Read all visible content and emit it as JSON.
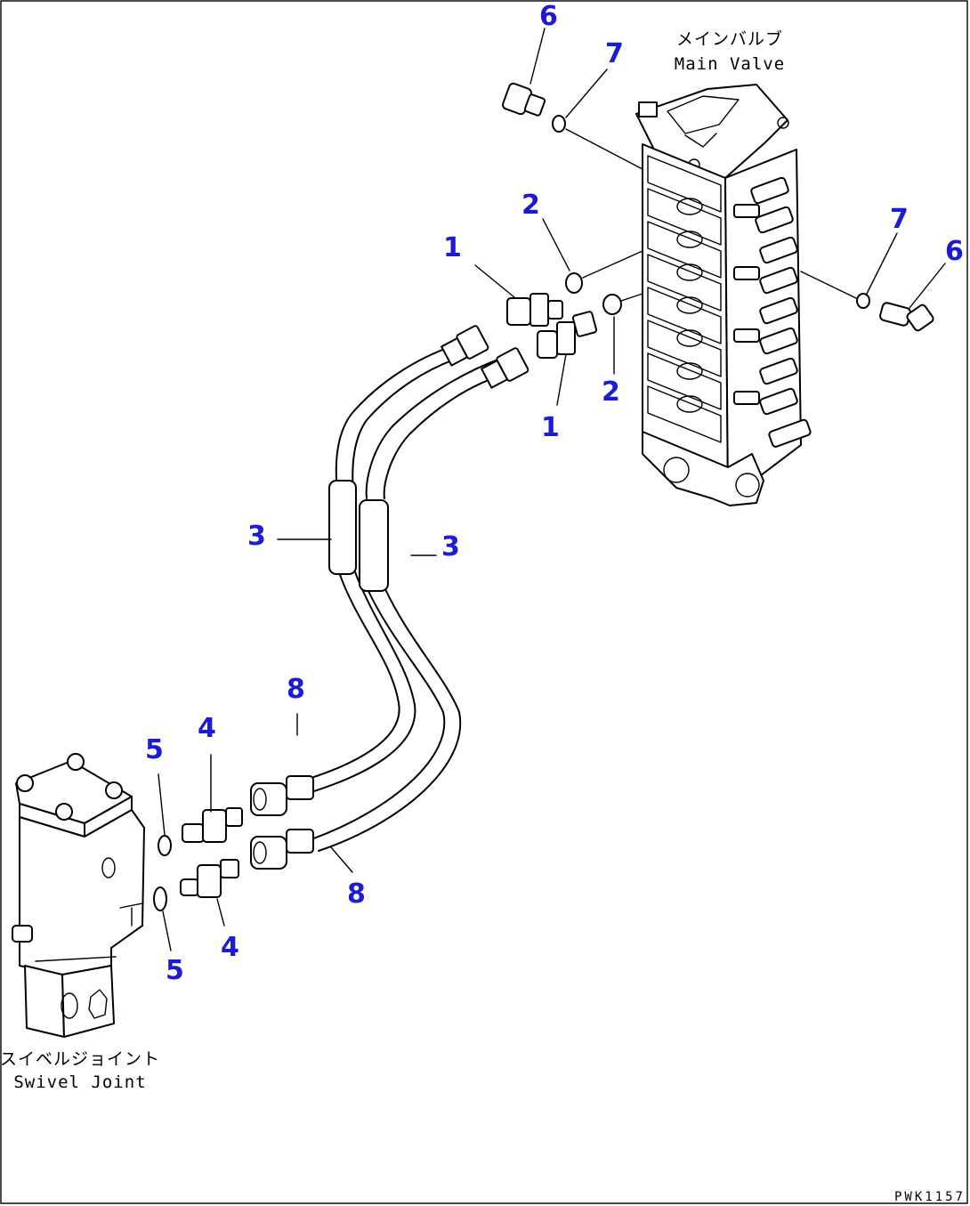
{
  "labels": {
    "main_valve_jp": "メインバルブ",
    "main_valve_en": "Main Valve",
    "swivel_joint_jp": "スイベルジョイント",
    "swivel_joint_en": "Swivel Joint"
  },
  "callouts": {
    "c1a": "1",
    "c1b": "1",
    "c2a": "2",
    "c2b": "2",
    "c3a": "3",
    "c3b": "3",
    "c4a": "4",
    "c4b": "4",
    "c5a": "5",
    "c5b": "5",
    "c6a": "6",
    "c6b": "6",
    "c7a": "7",
    "c7b": "7",
    "c8a": "8",
    "c8b": "8"
  },
  "drawing_code": "PWK1157",
  "colors": {
    "callout": "#1c1cd6",
    "line": "#000000"
  }
}
